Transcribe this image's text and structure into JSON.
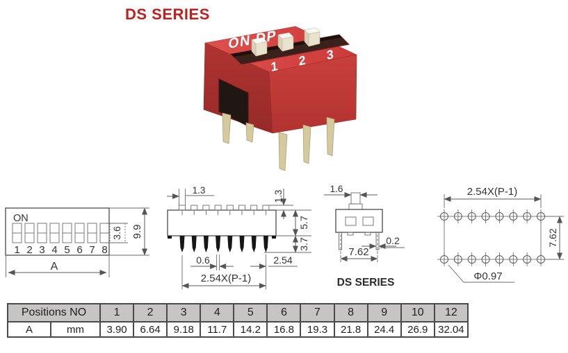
{
  "title": "DS SERIES",
  "photo": {
    "top_marking": "ON DP",
    "position_marking": "1 2 3"
  },
  "front_view": {
    "on_label": "ON",
    "positions": [
      "1",
      "2",
      "3",
      "4",
      "5",
      "6",
      "7",
      "8"
    ],
    "dims": {
      "slot_height": "3.6",
      "body_height": "9.9",
      "overall_width": "A"
    }
  },
  "side_view": {
    "dims": {
      "actuator_width": "1.3",
      "actuator_height": "1.3",
      "body_height": "5.7",
      "pin_length": "3.7",
      "pin_width": "0.6",
      "pin_pitch": "2.54",
      "span": "2.54X(P-1)"
    }
  },
  "end_view": {
    "dims": {
      "actuator_width": "1.6",
      "row_pitch": "7.62",
      "pin_thickness": "0.2"
    },
    "caption": "DS SERIES"
  },
  "footprint": {
    "dims": {
      "span": "2.54X(P-1)",
      "row_pitch": "7.62",
      "hole_diameter": "Φ0.97"
    }
  },
  "spec_table": {
    "header": "Positions NO",
    "row_header": "A",
    "unit": "mm",
    "positions": [
      "1",
      "2",
      "3",
      "4",
      "5",
      "6",
      "7",
      "8",
      "9",
      "10",
      "12"
    ],
    "values_mm": [
      "3.90",
      "6.64",
      "9.18",
      "11.7",
      "14.2",
      "16.8",
      "19.3",
      "21.8",
      "24.4",
      "26.9",
      "32.04"
    ]
  },
  "colors": {
    "title_red": "#c41f1f",
    "switch_body_red": "#c23a38",
    "drawing_line_gray": "#555555",
    "table_header_bg": "#c6c5c4",
    "pin_gold": "#d5c99e"
  }
}
